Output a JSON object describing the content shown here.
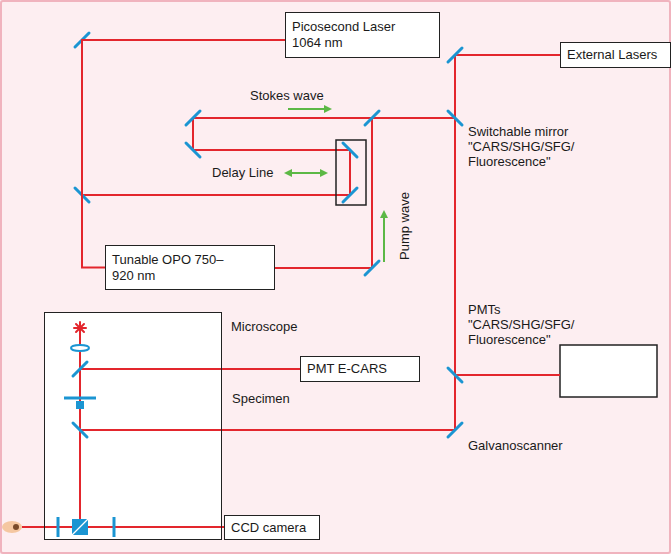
{
  "diagram": {
    "nodes": [
      {
        "text": [
          "Picosecond Laser 1064 nm"
        ]
      },
      {
        "text": [
          "External Lasers"
        ]
      },
      {
        "text": [
          "Tunable OPO 750–920 nm"
        ]
      },
      {
        "text": [
          "Microscope"
        ]
      },
      {
        "text": [
          "PMT E-CARS"
        ]
      },
      {
        "text": [
          "CCD camera"
        ]
      }
    ],
    "edges": [
      {
        "from": 0,
        "to": 2,
        "arrow": "none"
      },
      {
        "from": 3,
        "to": 4,
        "arrow": "none"
      }
    ],
    "labels": [
      "Stokes wave",
      "Delay Line",
      "Pump wave",
      "Switchable mirror \"CARS/SHG/SFG/ Fluorescence\"",
      "PMTs \"CARS/SHG/SFG/ Fluorescence\"",
      "Specimen",
      "Galvanoscanner"
    ]
  }
}
